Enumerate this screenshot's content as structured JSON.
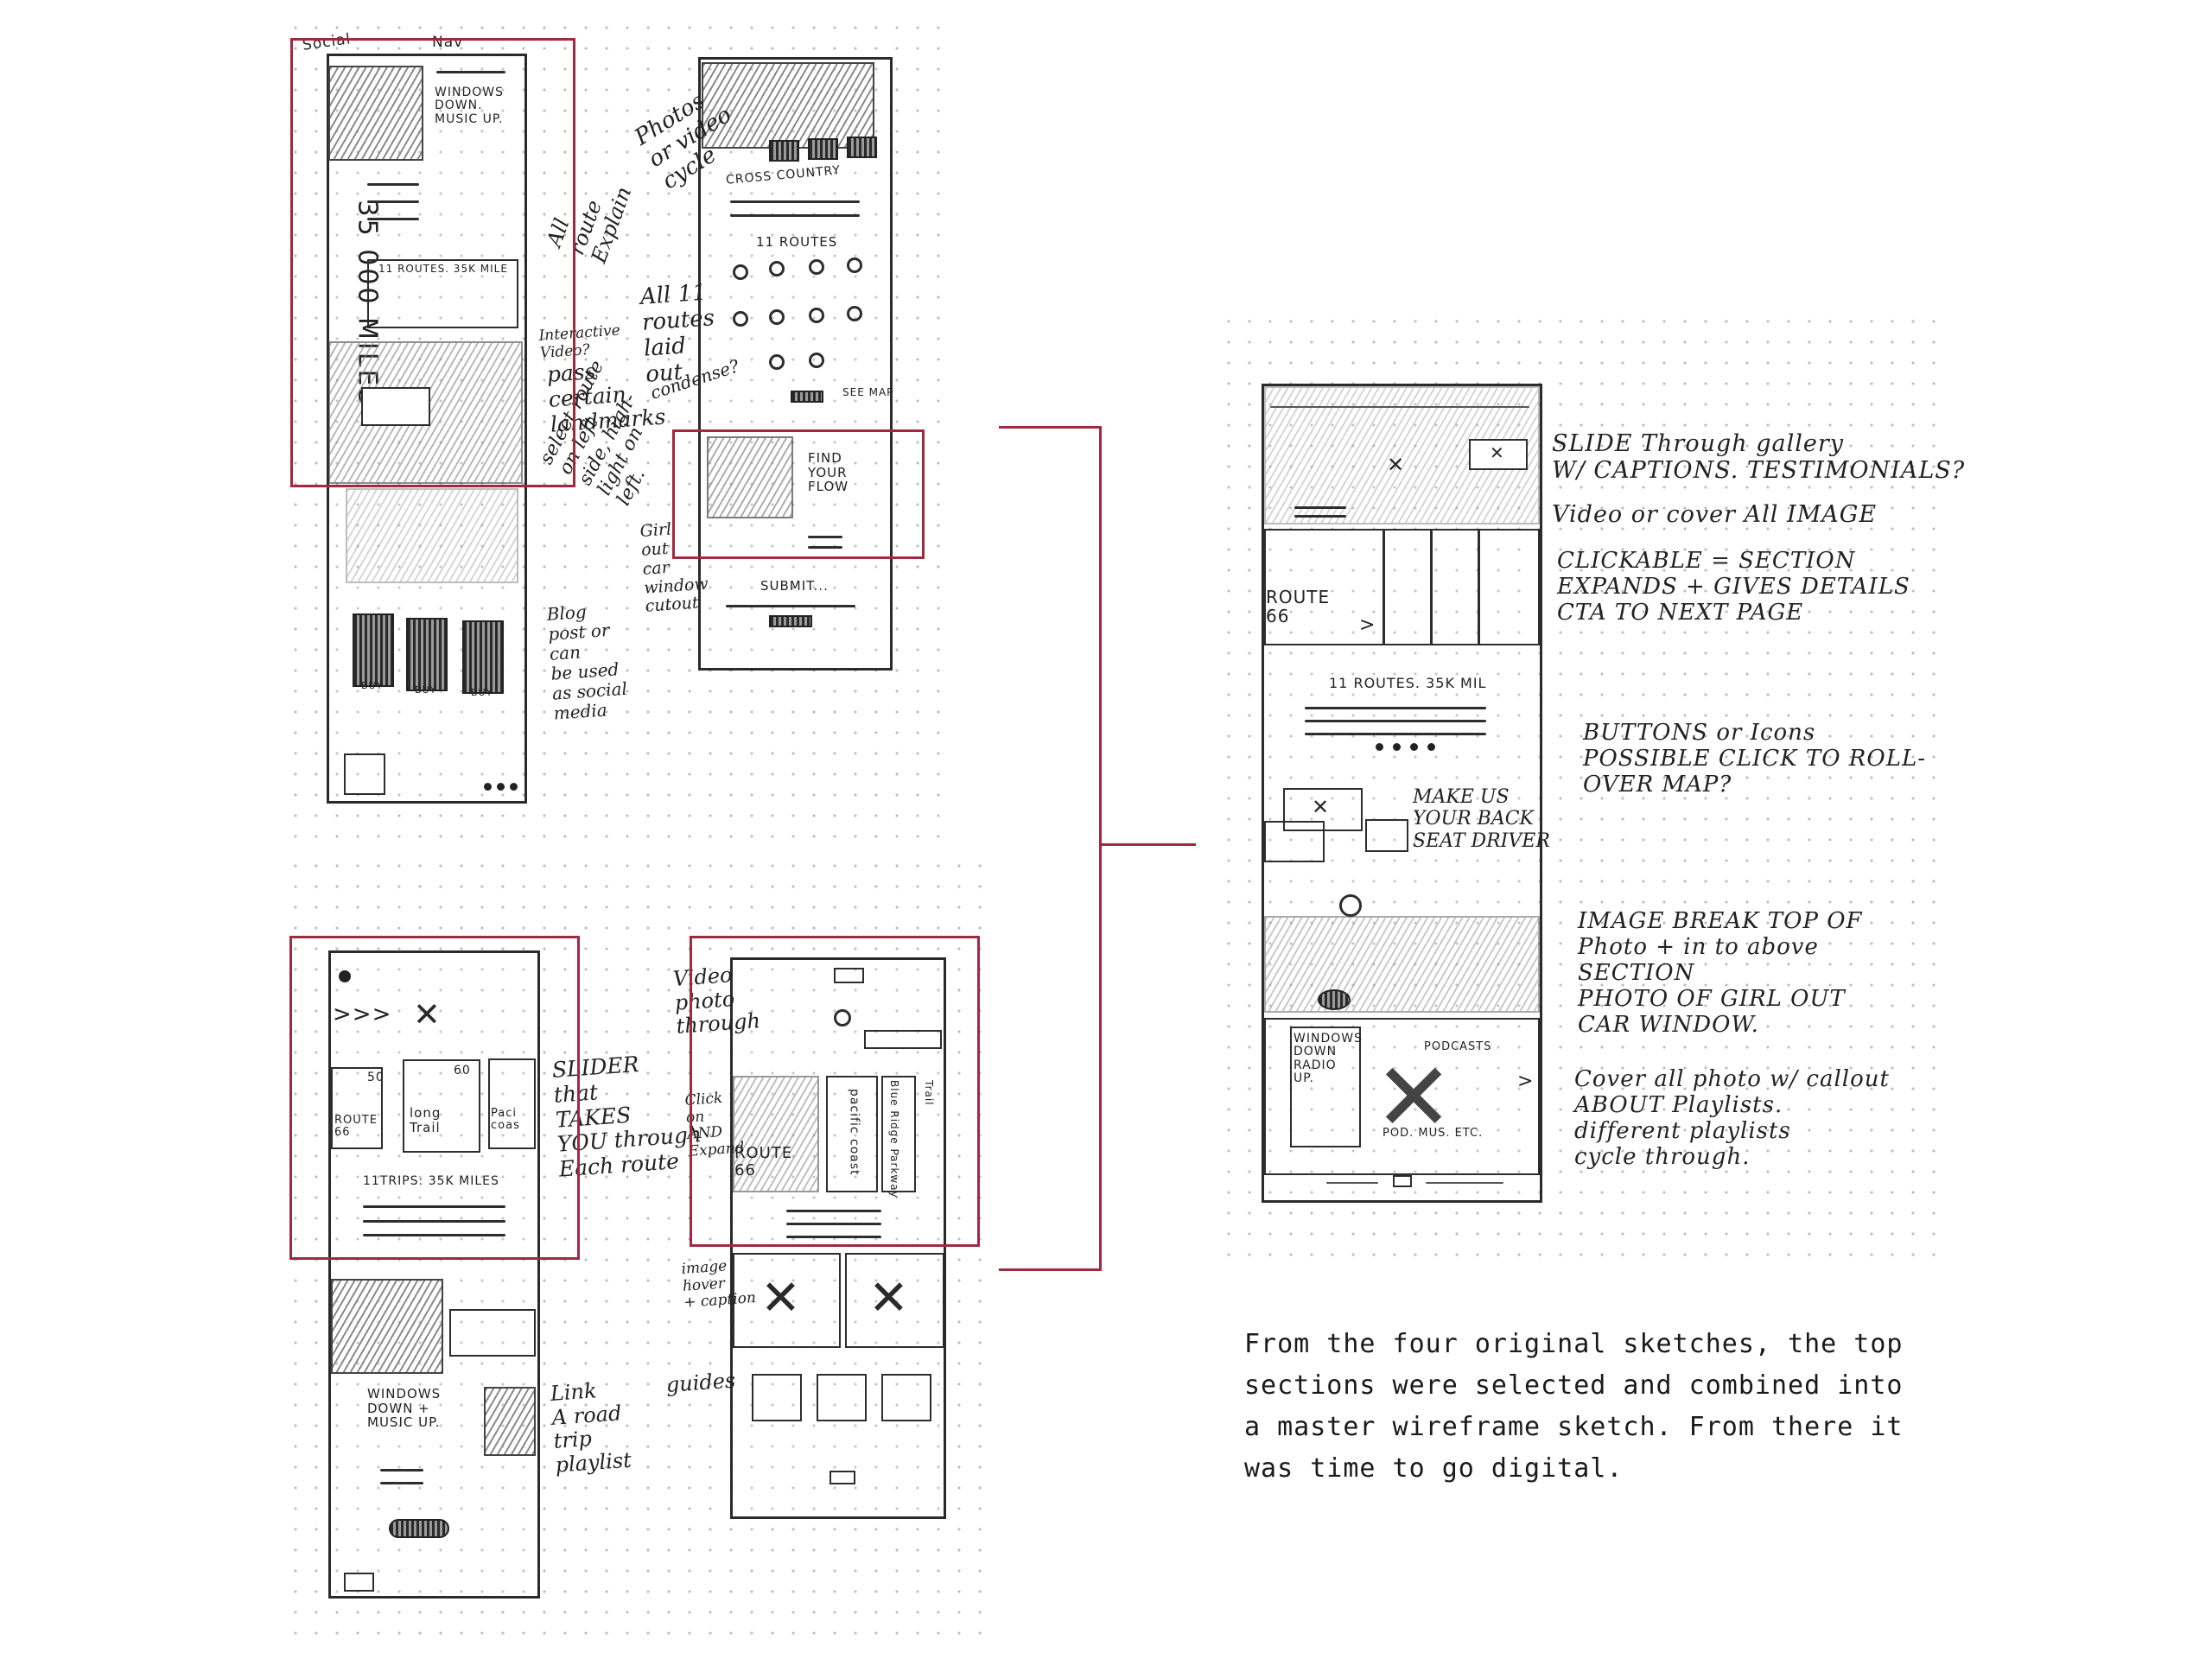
{
  "colors": {
    "selection": "#9e2a3f",
    "ink": "#222222",
    "paper_dot": "#bdbdbd"
  },
  "sketch1": {
    "social": "Social",
    "nav": "Nav",
    "tagline": "WINDOWS\nDOWN.\nMUSIC UP.",
    "miles": "35 000 MILES",
    "routes_box": "11 ROUTES. 35K MILE",
    "buy": "BUY",
    "notes": {
      "all_route": "All\nroute\nExplain",
      "interactive": "Interactive\nVideo?",
      "pass": "pass\ncertain\nlandmarks",
      "select": "select route\non left\nside, high-\nlight on\nleft.",
      "blog": "Blog\npost or\ncan\nbe used\nas social\nmedia"
    }
  },
  "sketch2": {
    "cross": "CROSS COUNTRY",
    "routes": "11 ROUTES",
    "see_map": "SEE MAP",
    "find": "FIND\nYOUR\nFLOW",
    "submit": "SUBMIT...",
    "notes": {
      "photos": "Photos\nor video\ncycle",
      "all11": "All 11\nroutes\nlaid\nout",
      "condense": "condense?",
      "girl": "Girl\nout\ncar\nwindow\ncutout"
    }
  },
  "sketch3": {
    "cols": [
      "ROUTE\n66",
      "long\nTrail",
      "Paci\ncoas"
    ],
    "numbers": [
      "50",
      "60"
    ],
    "trips": "11TRIPS: 35K MILES",
    "windows": "WINDOWS\nDOWN +\nMUSIC UP.",
    "notes": {
      "slider": "SLIDER\nthat\nTAKES\nYOU through\nEach route",
      "link": "Link\nA road\ntrip\nplaylist"
    }
  },
  "sketch4": {
    "route": "ROUTE\n66",
    "pacific": "pacific coast",
    "blue": "Blue Ridge Parkway",
    "trail": "Trail",
    "notes": {
      "video": "Video\nphoto\nthrough",
      "click": "Click\non\nAND\nExpand",
      "image": "image\nhover\n+ caption",
      "guides": "guides"
    }
  },
  "master": {
    "route": "ROUTE\n66",
    "routes": "11 ROUTES. 35K MIL",
    "windows": "WINDOWS\nDOWN\nRADIO\nUP.",
    "podcasts": "PODCASTS",
    "footer_labels": "POD.  MUS.  ETC.",
    "notes": {
      "slide": "SLIDE Through gallery\nW/ CAPTIONS. TESTIMONIALS?",
      "video": "Video or cover All IMAGE",
      "clickable": "CLICKABLE = SECTION\nEXPANDS + GIVES DETAILS\nCTA TO NEXT PAGE",
      "buttons": "BUTTONS or Icons\nPOSSIBLE CLICK TO ROLL-\nOVER MAP?",
      "make": "MAKE US\nYOUR BACK\nSEAT DRIVER",
      "imagebreak": "IMAGE BREAK  TOP OF\nPhoto + in to above\nSECTION\nPHOTO OF GIRL OUT\nCAR WINDOW.",
      "cover": "Cover all photo w/ callout\nABOUT Playlists.\ndifferent  playlists\ncycle  through."
    }
  },
  "caption": "From the four original sketches, the top sections were selected and combined into a master wireframe sketch. From there it was time to go digital."
}
